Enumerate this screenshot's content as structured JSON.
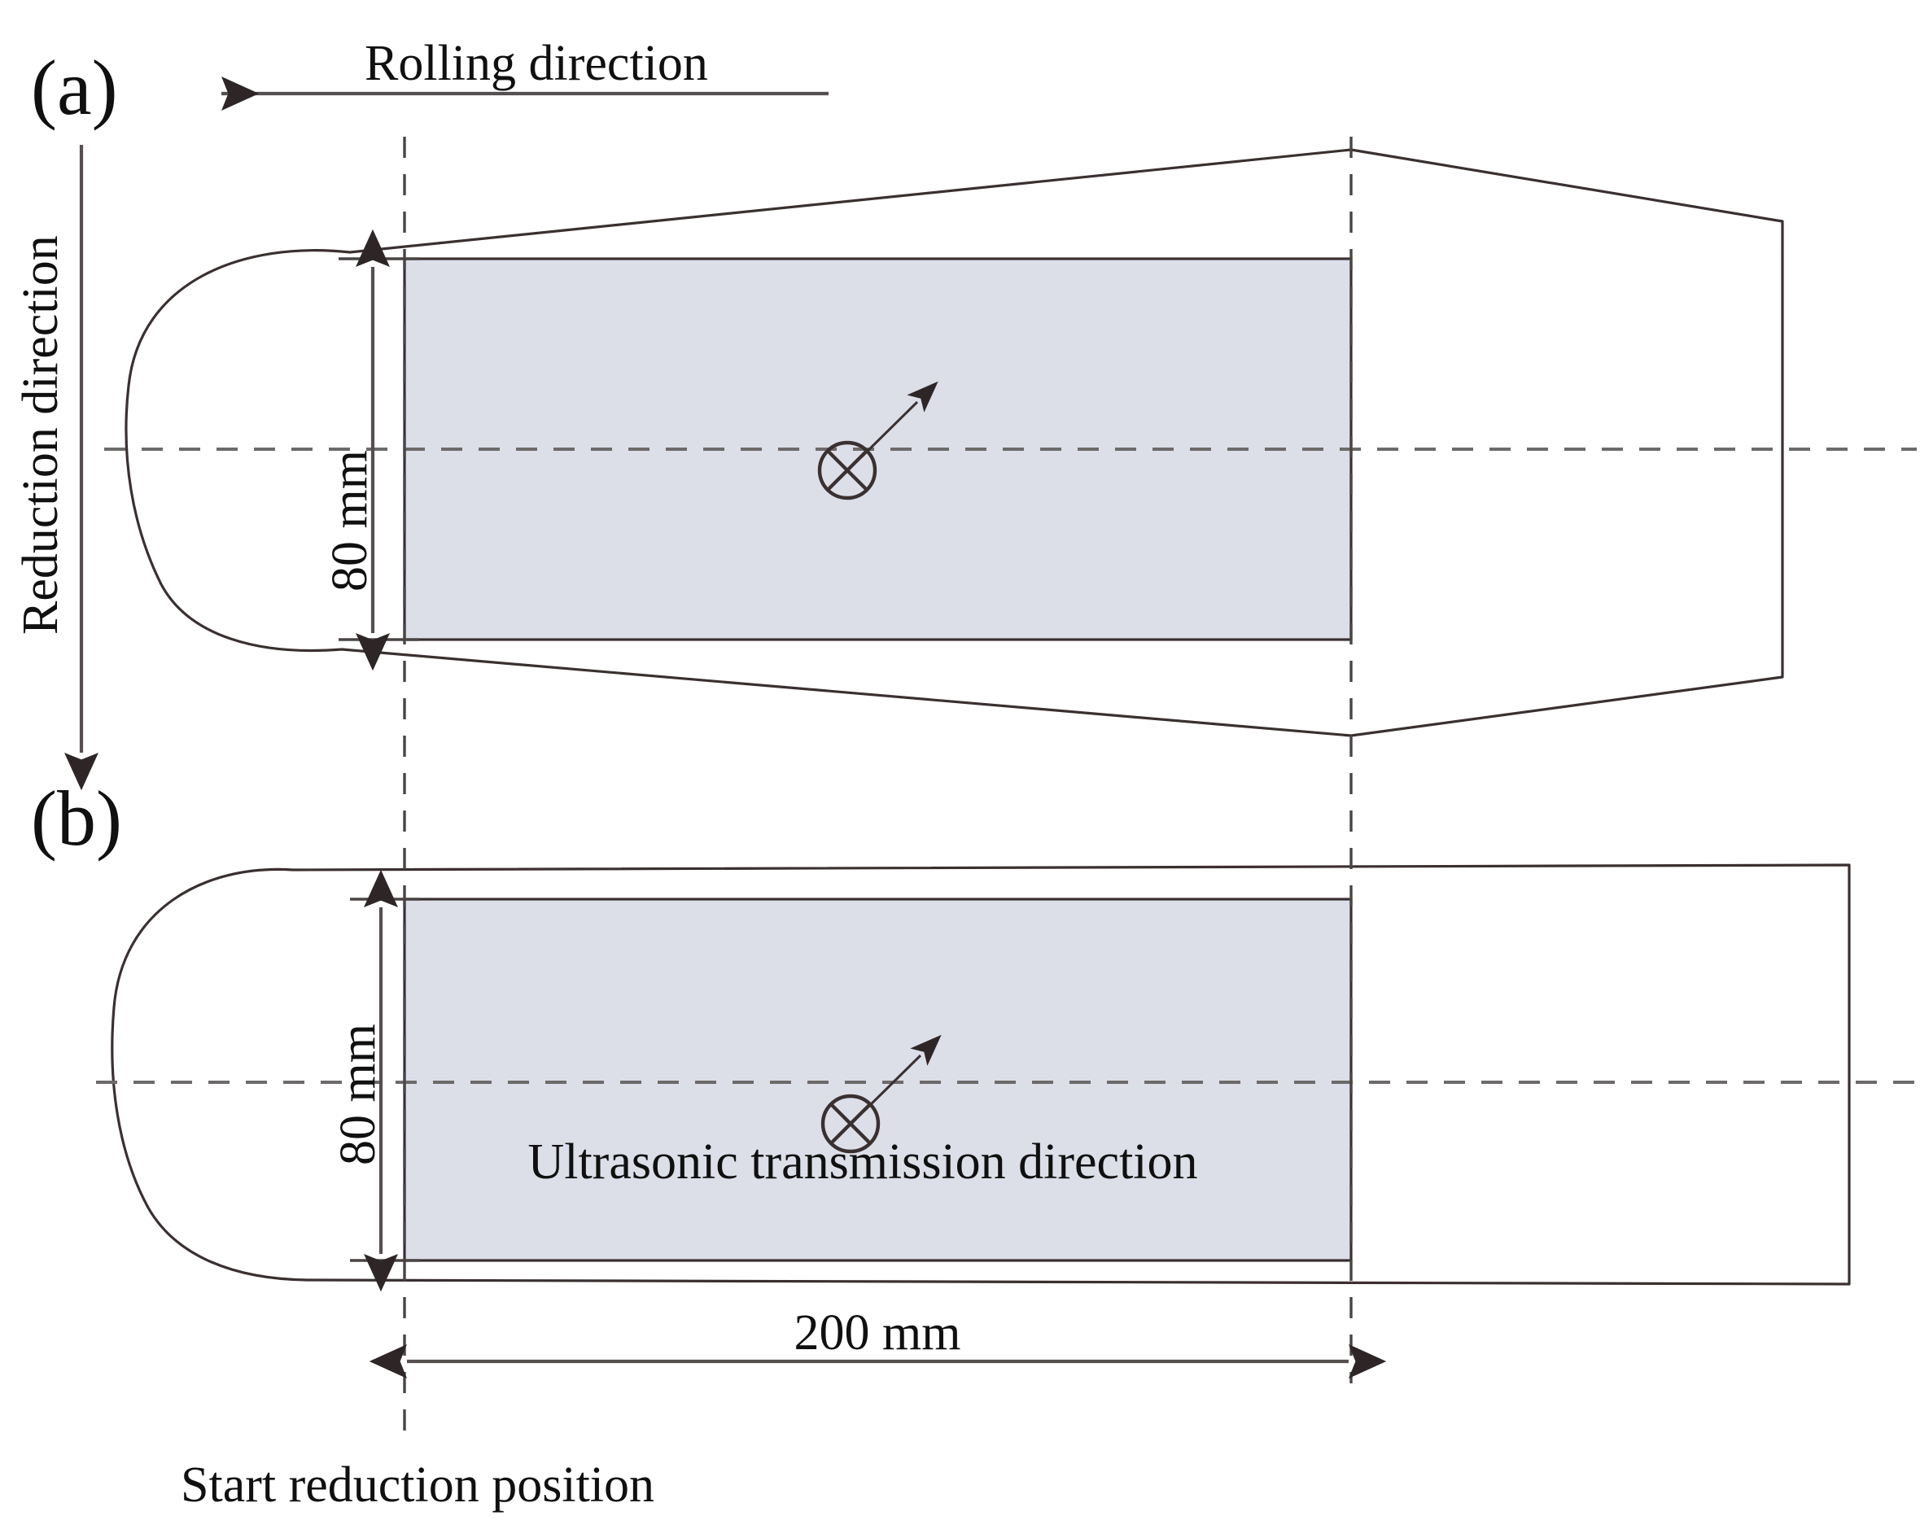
{
  "figure": {
    "title_present": false,
    "background_color": "#ffffff",
    "sample_fill_color": "#dcdee8",
    "line_color": "#3a3030",
    "dashed_line_color": "#6d6a6a"
  },
  "panels": [
    {
      "id": "a",
      "label": "(a)",
      "shape": "tapered-slab-with-rounded-nose",
      "thickness_dim": {
        "value": "80 mm",
        "orientation": "vertical",
        "rotated": true
      },
      "vector_symbol": {
        "name": "into-page-vector",
        "glyph": "circled-cross",
        "arrow_direction": "up-right"
      }
    },
    {
      "id": "b",
      "label": "(b)",
      "shape": "parallel-slab-with-rounded-nose",
      "thickness_dim": {
        "value": "80 mm",
        "orientation": "vertical",
        "rotated": true
      },
      "vector_symbol": {
        "name": "into-page-vector",
        "glyph": "circled-cross",
        "arrow_direction": "up-right"
      },
      "inline_label": "Ultrasonic transmission direction"
    }
  ],
  "annotations": {
    "rolling_direction": {
      "text": "Rolling direction",
      "arrow_direction": "left"
    },
    "reduction_direction": {
      "text": "Reduction direction",
      "arrow_direction": "down",
      "rotated": true
    },
    "length_dim": {
      "text": "200 mm",
      "arrow_direction": "both"
    },
    "start_position": {
      "text": "Start reduction position"
    }
  }
}
